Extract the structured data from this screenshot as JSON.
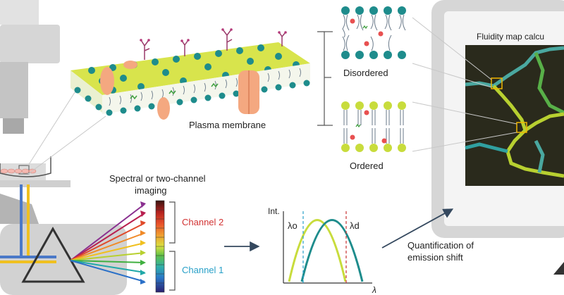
{
  "labels": {
    "plasma_membrane": "Plasma membrane",
    "disordered": "Disordered",
    "ordered": "Ordered",
    "fluidity_title": "Fluidity map calcu",
    "spectral_line1": "Spectral or two-channel",
    "spectral_line2": "imaging",
    "channel2": "Channel 2",
    "channel1": "Channel 1",
    "intensity_axis": "Int.",
    "lambda_o": "λo",
    "lambda_d": "λd",
    "lambda_axis": "λ",
    "quant_line1": "Quantification of",
    "quant_line2": "emission shift"
  },
  "colors": {
    "teal": "#1e8c8c",
    "lime": "#c8dc3c",
    "channel2_text": "#d23232",
    "channel1_text": "#28a0c8",
    "arrow_navy": "#34485e",
    "map_bg": "#2a2a1c",
    "highlight_box": "#f0b400",
    "ordered_curve": "#c8dc3c",
    "disordered_curve": "#1e8c8c",
    "lambda_o_dash": "#28a0c8",
    "lambda_d_dash": "#c83232"
  },
  "icons": {
    "prism": "prism-triangle-icon",
    "microscope": "microscope-icon",
    "spectrum_bar": "spectrum-gradient-icon"
  }
}
